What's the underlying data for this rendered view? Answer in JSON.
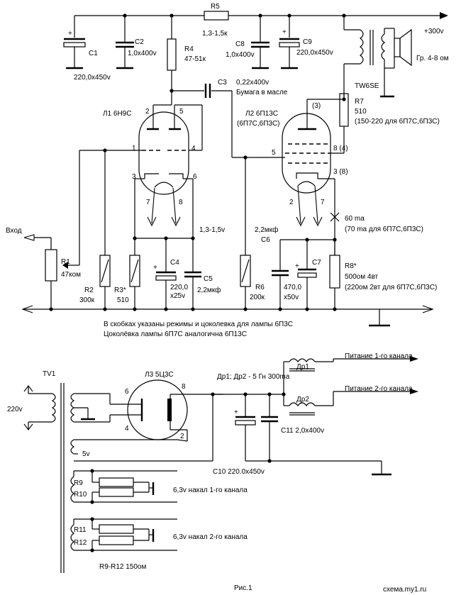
{
  "labels": {
    "r5": "R5",
    "r5_val": "1,3-1,5к",
    "supply": "+300v",
    "plus": "+",
    "c1": "C1",
    "c1_val": "220,0x450v",
    "c2": "C2",
    "c2_val": "1,0x400v",
    "r4": "R4",
    "r4_val": "47-51к",
    "c8": "C8",
    "c8_val": "1,0x400v",
    "c9": "C9",
    "c9_val": "220,0x450v",
    "speaker": "Гр. 4-8 ом",
    "tw6se": "TW6SE",
    "c3": "C3",
    "c3_val": "0,22x400v",
    "c3_type": "Бумага в масле",
    "l1": "Л1 6Н9С",
    "l2": "Л2 6П13С",
    "l2_alt": "(6П7С,6П3С)",
    "l3": "Л3 5Ц3С",
    "pin1": "1",
    "pin2": "2",
    "pin3": "3",
    "pin4": "4",
    "pin5": "5",
    "pin6": "6",
    "pin7": "7",
    "pin8": "8",
    "pin3p": "(3)",
    "pin5p": "5",
    "pin8p": "8 (4)",
    "pin38": "3 (8)",
    "r7": "R7",
    "r7_val": "510",
    "r7_alt": "(150-220 для 6П7С,6П3С)",
    "current": "60 ma",
    "current_alt": "(70 ma для 6П7С,6П3С)",
    "v13": "1,3-1,5v",
    "vhod": "Вход",
    "r1": "R1",
    "r1_val": "47ком",
    "r2": "R2",
    "r2_val": "300к",
    "r3": "R3*",
    "r3_val": "510",
    "c4": "C4",
    "c4_val": "220,0",
    "c4_v": "x25v",
    "c5": "C5",
    "c5_val": "2,2мкф",
    "r6": "R6",
    "r6_val": "200к",
    "c6": "C6",
    "c6_val": "2,2мкф",
    "c7": "C7",
    "c6_c7_val": "470,0",
    "c7_v": "x50v",
    "r8": "R8*",
    "r8_val": "500ом 4вт",
    "r8_alt": "(220ом 2вт для 6П7С,6П3С)",
    "tv1": "TV1",
    "v220": "220v",
    "v5": "5v",
    "drossel": "Др1; Др2 - 5 Гн 300ma",
    "dr1": "Др1",
    "dr2": "Др2",
    "pit1": "Питание 1-го канала",
    "pit2": "Питание 2-го канала",
    "c10": "C10 220.0x450v",
    "c11": "C11 2,0x400v",
    "r9": "R9",
    "r10": "R10",
    "r11": "R11",
    "r12": "R12",
    "nakal1": "6,3v накал 1-го канала",
    "nakal2": "6,3v накал 2-го канала",
    "r9r12": "R9-R12 150ом",
    "fig": "Рис.1",
    "site": "схема.my1.ru"
  },
  "notes": {
    "line1": "В скобках указаны режимы и цоколевка для лампы 6П3С",
    "line2": "Цоколёвка лампы 6П7С аналогична 6П13С"
  }
}
